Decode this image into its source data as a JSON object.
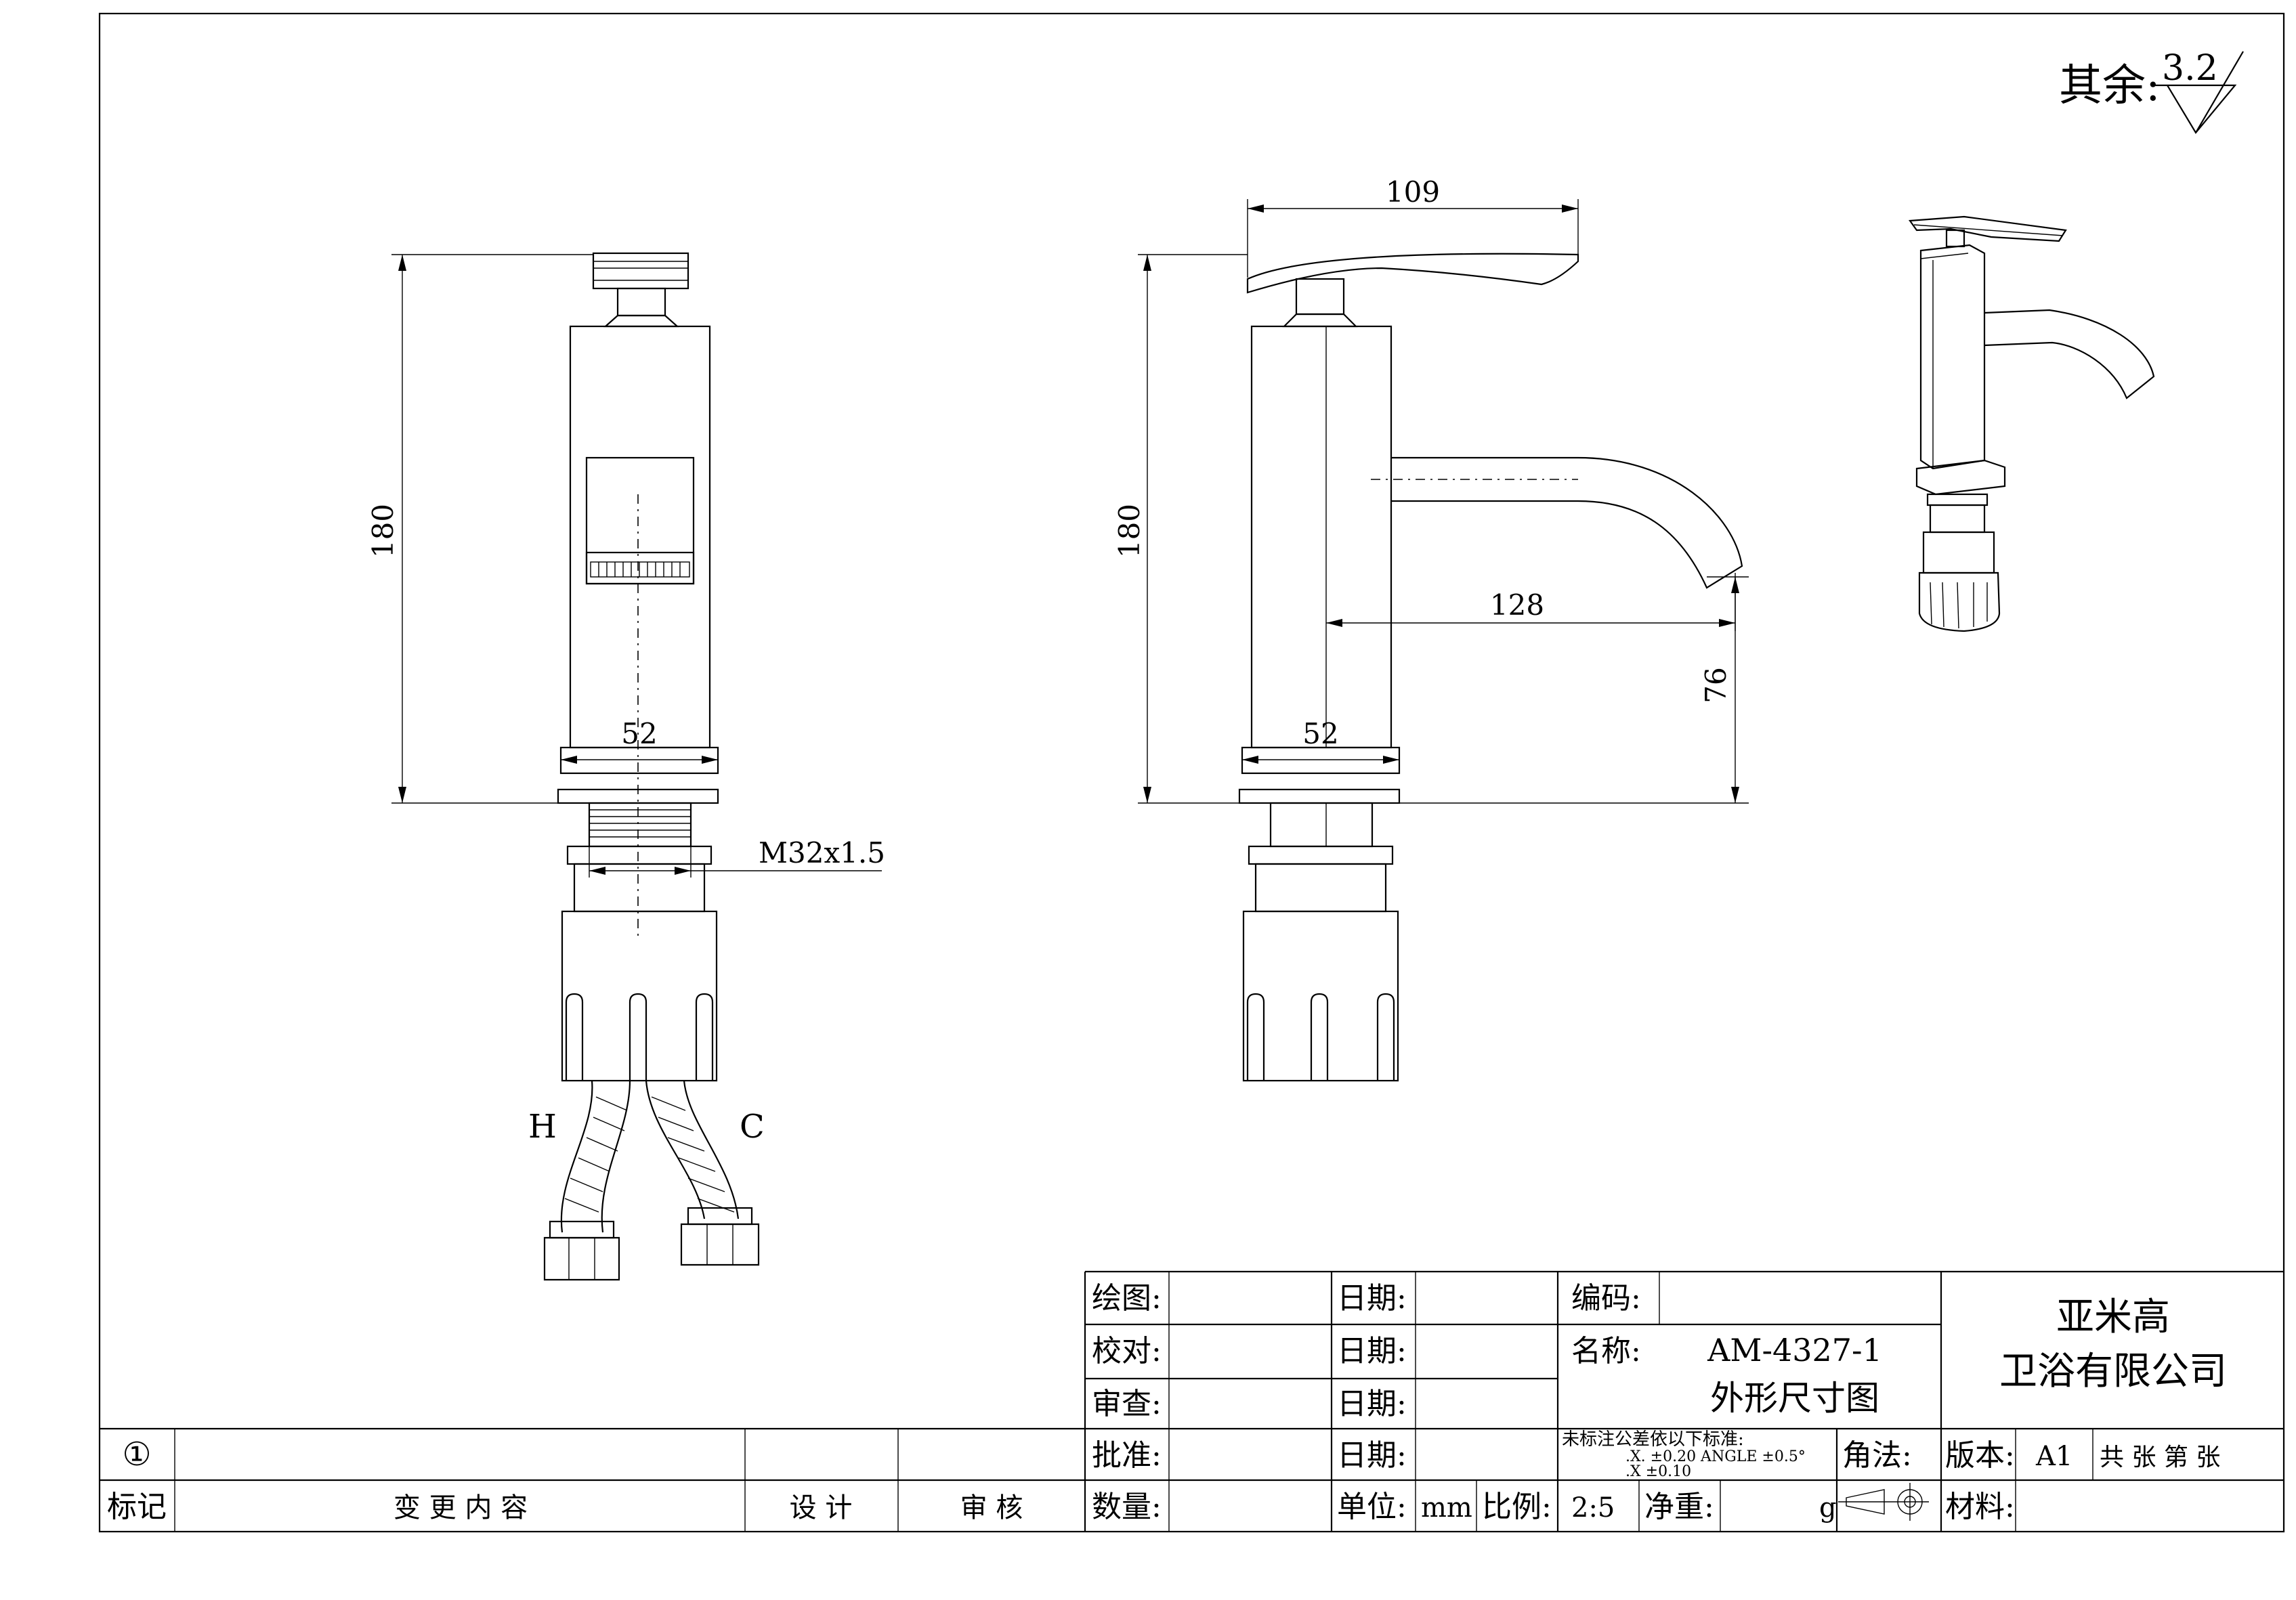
{
  "surface_finish": {
    "label": "其余:",
    "value": "3.2"
  },
  "dimensions": {
    "front_height": "180",
    "front_width": "52",
    "thread": "M32x1.5",
    "side_handle_length": "109",
    "side_height": "180",
    "side_spout_reach": "128",
    "side_spout_height": "76",
    "side_width": "52"
  },
  "hose_labels": {
    "hot": "H",
    "cold": "C"
  },
  "title_block": {
    "drawn_label": "绘图:",
    "checked_label": "校对:",
    "reviewed_label": "审查:",
    "approved_label": "批准:",
    "quantity_label": "数量:",
    "date_label": "日期:",
    "unit_label": "单位:",
    "unit_value": "mm",
    "scale_label": "比例:",
    "scale_value": "2:5",
    "net_weight_label": "净重:",
    "weight_unit": "g",
    "code_label": "编码:",
    "name_label": "名称:",
    "model": "AM-4327-1",
    "drawing_title": "外形尺寸图",
    "tolerance_title": "未标注公差依以下标准:",
    "tolerance_line1": ".X. ±0.20 ANGLE ±0.5°",
    "tolerance_line2": ".X ±0.10",
    "projection_label": "角法:",
    "company_line1": "亚米高",
    "company_line2": "卫浴有限公司",
    "version_label": "版本:",
    "version_value": "A1",
    "sheets_text": "共 张 第 张",
    "material_label": "材料:"
  },
  "revision_block": {
    "revision_number": "①",
    "mark_label": "标记",
    "change_content_label": "变 更 内 容",
    "design_label": "设 计",
    "review_label": "审 核"
  }
}
